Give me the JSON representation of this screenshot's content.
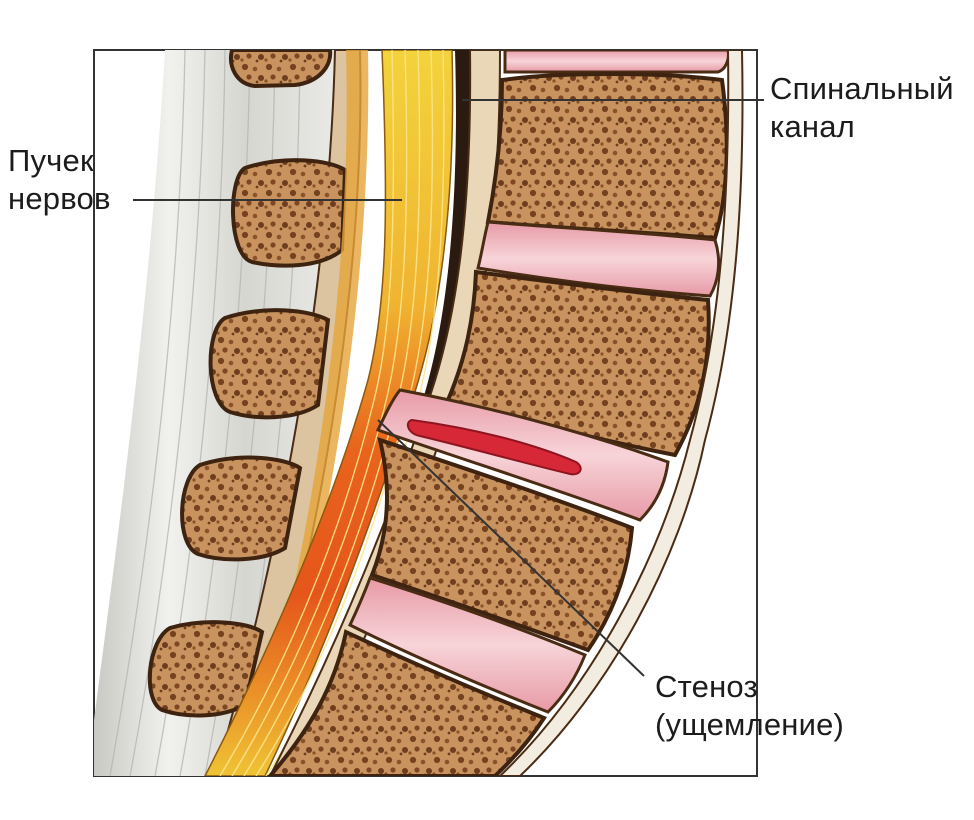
{
  "labels": {
    "spinal_canal": [
      "Спинальный",
      "канал"
    ],
    "nerve_bundle": [
      "Пучек",
      "нервов"
    ],
    "stenosis": [
      "Стеноз",
      "(ущемление)"
    ]
  },
  "colors": {
    "bone_fill": "#c9935f",
    "bone_pore": "#6e3d1e",
    "bone_outline": "#4a2c14",
    "disc_fill": "#f0b8bf",
    "disc_core": "#f8dde0",
    "herniation": "#d62837",
    "nerve_yellow": "#f2cf3a",
    "nerve_orange": "#e8641d",
    "ligament": "#d9d9d4",
    "frame": "#333333"
  }
}
